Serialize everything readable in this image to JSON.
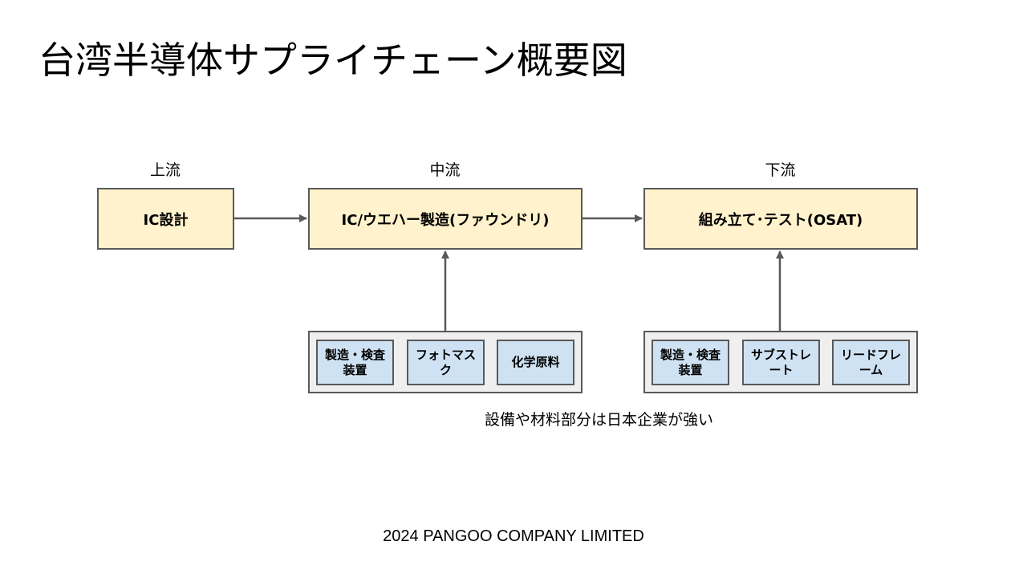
{
  "title": "台湾半導体サプライチェーン概要図",
  "stages": {
    "upstream": "上流",
    "midstream": "中流",
    "downstream": "下流"
  },
  "boxes": {
    "ic_design": "IC設計",
    "foundry": "IC/ウエハー製造(ファウンドリ)",
    "osat": "組み立て･テスト(OSAT)"
  },
  "midstream_suppliers": [
    "製造・検査装置",
    "フォトマスク",
    "化学原料"
  ],
  "downstream_suppliers": [
    "製造・検査装置",
    "サブストレート",
    "リードフレーム"
  ],
  "note": "設備や材料部分は日本企業が強い",
  "footer": "2024 PANGOO COMPANY LIMITED",
  "colors": {
    "main_box_fill": "#fff2cc",
    "sub_box_fill": "#cfe2f3",
    "group_fill": "#efefef",
    "border": "#595959"
  }
}
